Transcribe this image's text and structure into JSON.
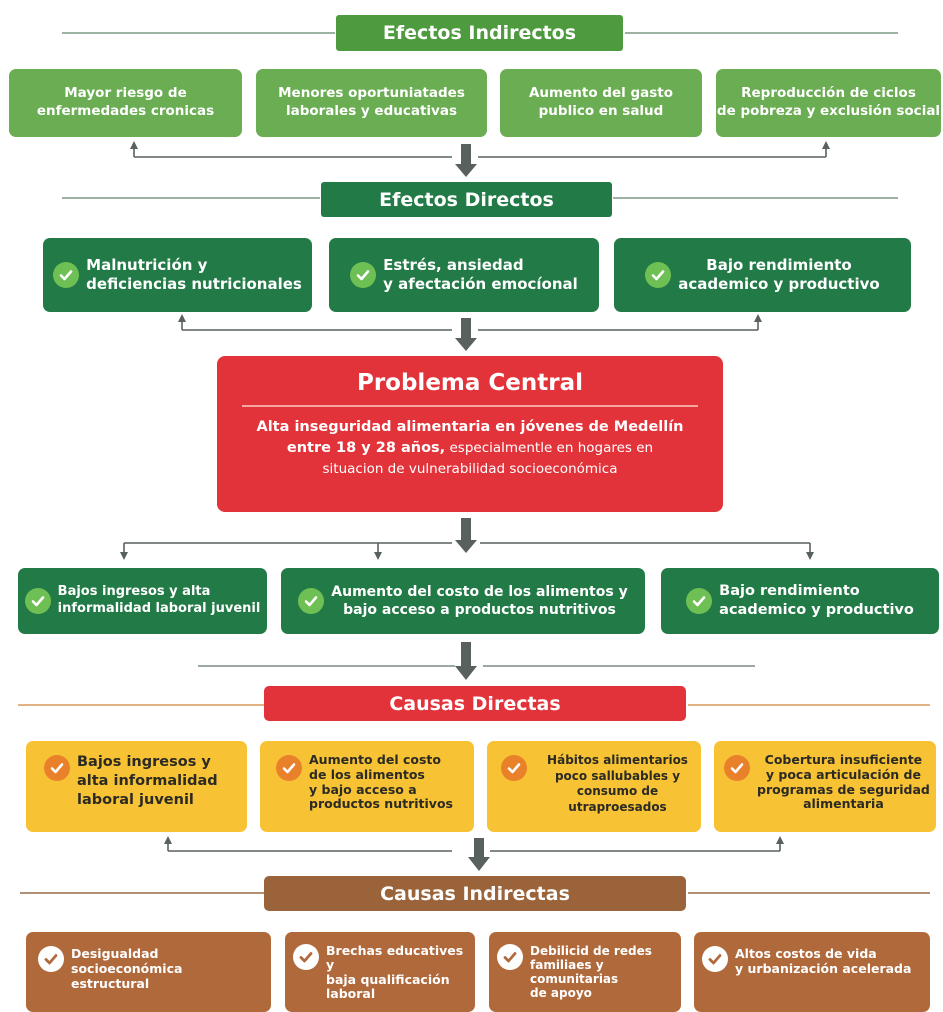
{
  "colors": {
    "light_green": "#6aad52",
    "dark_green": "#227a47",
    "red": "#e3333a",
    "yellow": "#f7c233",
    "brown": "#9a633a",
    "orange": "#e9802a",
    "line_grey": "#7c8c88",
    "text_dark": "#2b2a24"
  },
  "efectos_indirectos": {
    "title": "Efectos Indirectos",
    "items": [
      "Mayor riesgo de\nenfermedades cronicas",
      "Menores oportuniatades\nlaborales y educativas",
      "Aumento del gasto\npublico en salud",
      "Reproducción de ciclos\nde pobreza y exclusión social"
    ]
  },
  "efectos_directos": {
    "title": "Efectos Directos",
    "items": [
      "Malnutrición y\ndeficiencias nutricionales",
      "Estrés, ansiedad\ny afectación emocíonal",
      "Bajo rendimiento\nacademico y productivo"
    ]
  },
  "problema_central": {
    "title": "Problema Central",
    "line1": "Alta inseguridad alimentaria en jóvenes de Medellín",
    "line2_bold": "entre 18 y 28 años,",
    "line2_rest": " especialmentle en hogares en",
    "line3": "situacion de vulnerabilidad socioeconómica"
  },
  "problem_branches": {
    "items": [
      "Bajos ingresos y alta\ninformalidad laboral juvenil",
      "Aumento del costo de los alimentos y\nbajo acceso a productos nutritivos",
      "Bajo rendimiento\nacademico y productivo"
    ]
  },
  "causas_directas": {
    "title": "Causas Directas",
    "items": [
      "Bajos ingresos y\nalta informalidad\nlaboral juvenil",
      "Aumento del costo\nde los alimentos\ny bajo acceso a\nproductos nutritivos",
      "Hábitos alimentarios\npoco sallubables y\nconsumo de utraproesados",
      "Cobertura insuficiente\ny poca articulación de\nprogramas de seguridad\nalimentaria"
    ]
  },
  "causas_indirectas": {
    "title": "Causas Indirectas",
    "items": [
      "Desigualdad socioeconómica\nestructural",
      "Brechas educatives y\nbaja qualificación\nlaboral",
      "Debilicid de redes\nfamiliaes y comunitarias\nde apoyo",
      "Altos costos de vida\ny urbanización acelerada"
    ]
  }
}
